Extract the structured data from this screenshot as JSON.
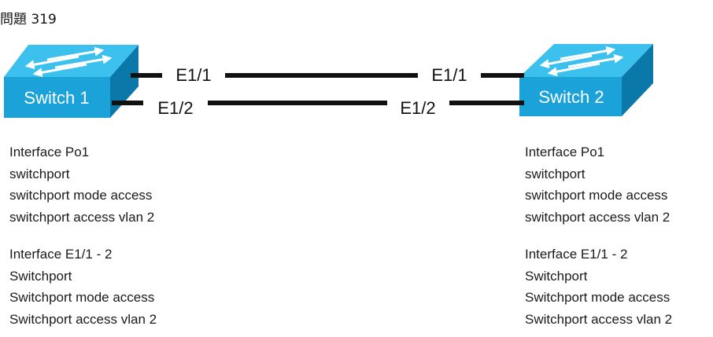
{
  "title": "問題 319",
  "switch_left": {
    "label": "Switch 1"
  },
  "switch_right": {
    "label": "Switch 2"
  },
  "links": [
    {
      "left_port": "E1/1",
      "right_port": "E1/1"
    },
    {
      "left_port": "E1/2",
      "right_port": "E1/2"
    }
  ],
  "config_left": {
    "block1": [
      "Interface Po1",
      "switchport",
      "switchport mode access",
      "switchport access vlan 2"
    ],
    "block2": [
      "Interface E1/1 - 2",
      "Switchport",
      "Switchport mode access",
      "Switchport access vlan 2"
    ]
  },
  "config_right": {
    "block1": [
      "Interface Po1",
      "switchport",
      "switchport mode access",
      "switchport access vlan 2"
    ],
    "block2": [
      "Interface E1/1 - 2",
      "Switchport",
      "Switchport mode access",
      "Switchport access vlan 2"
    ]
  },
  "colors": {
    "switch_front": "#1ba3d9",
    "switch_top": "#3cc0ee",
    "switch_side": "#0a78a8",
    "link": "#111111"
  }
}
